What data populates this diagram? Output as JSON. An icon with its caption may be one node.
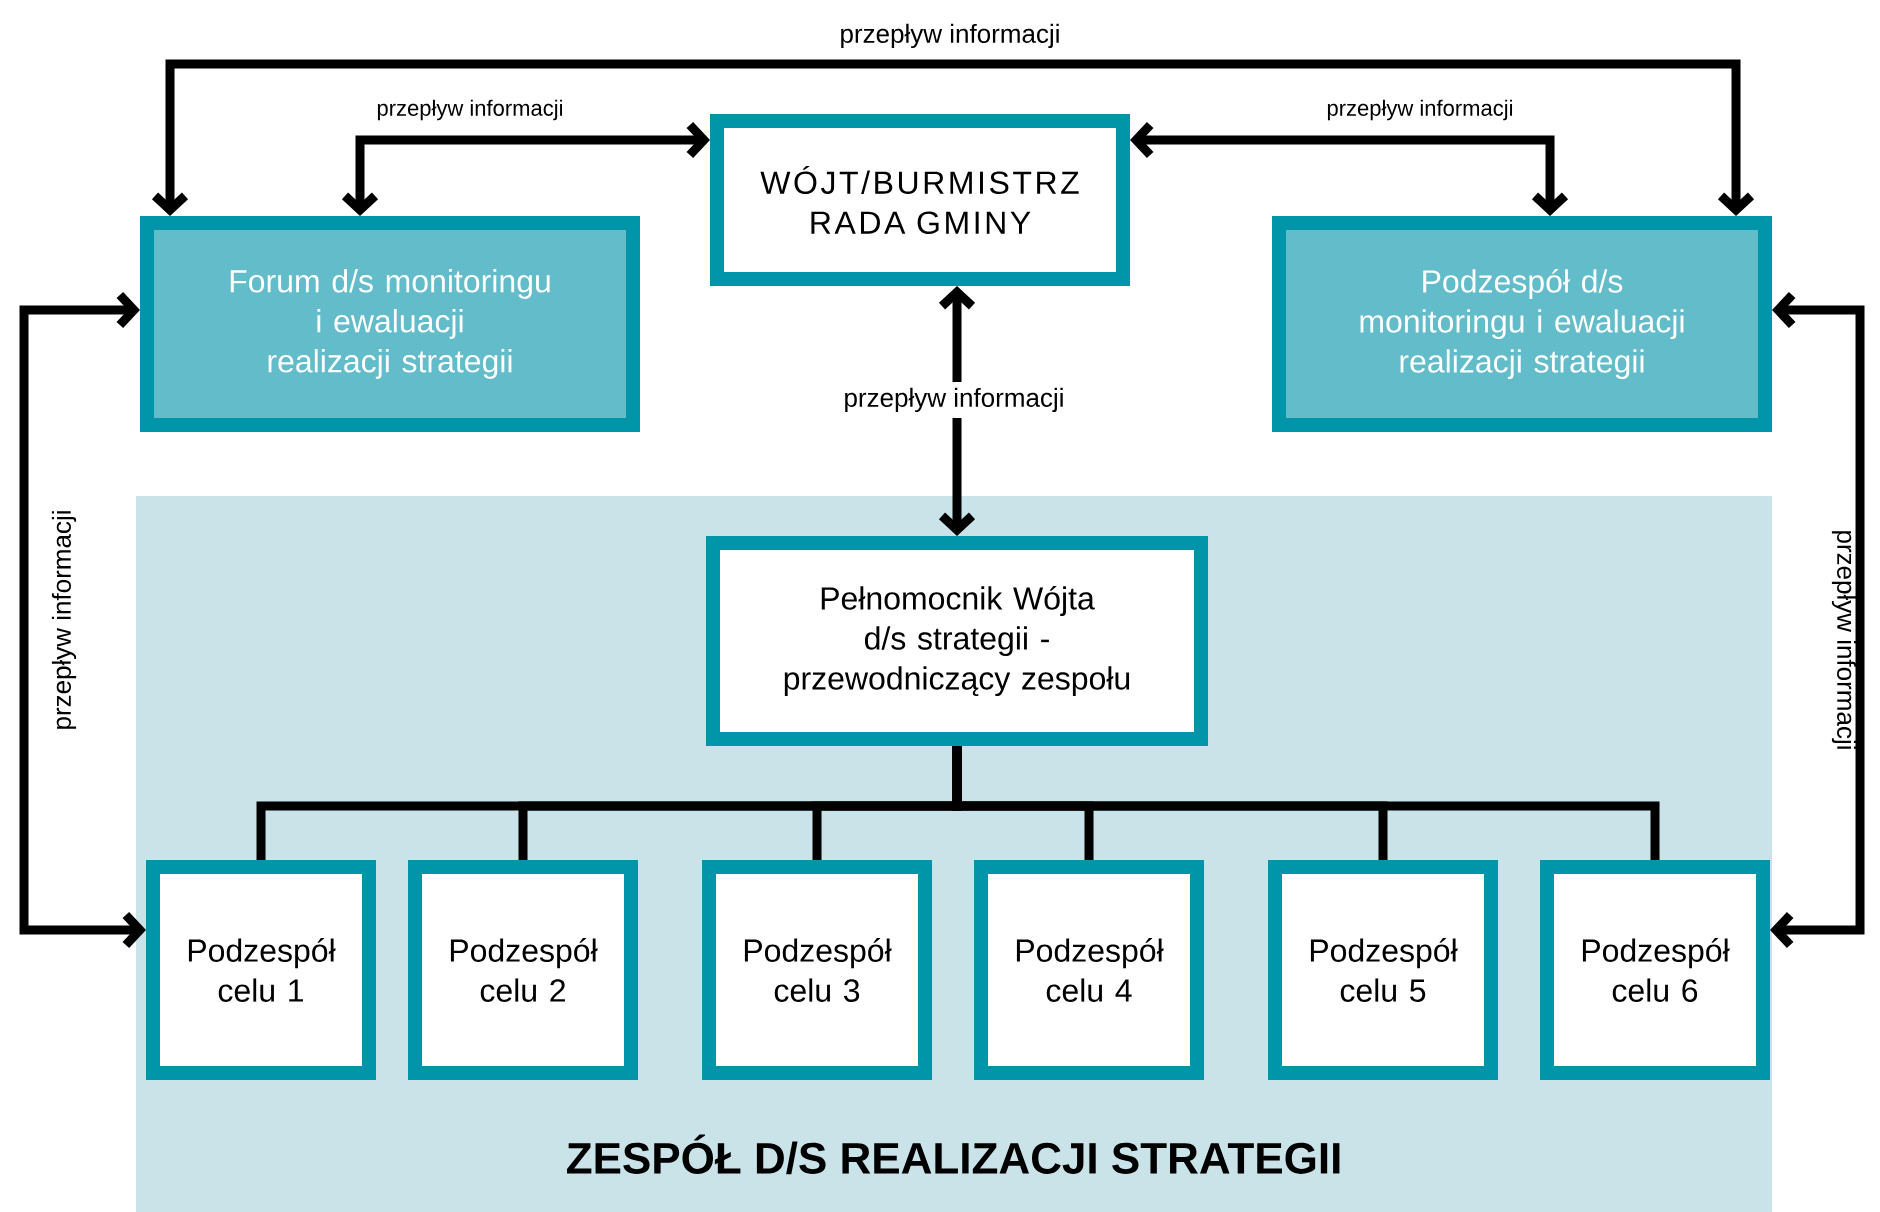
{
  "diagram": {
    "nodes": [
      {
        "text": [
          "WÓJT/BURMISTRZ RADA GMINY"
        ]
      },
      {
        "text": [
          "Forum d/s monitoringu i ewaluacji realizacji strategii"
        ]
      },
      {
        "text": [
          "Podzespół d/s monitoringu i ewaluacji realizacji strategii"
        ]
      },
      {
        "text": [
          "ZESPÓŁ D/S REALIZACJI STRATEGII"
        ]
      },
      {
        "text": [
          "Pełnomocnik Wójta d/s strategii -przewodniczący zespołu"
        ],
        "in": 3
      },
      {
        "text": [
          "Podzespół celu 1"
        ],
        "in": 3
      },
      {
        "text": [
          "Podzespół celu 2"
        ],
        "in": 3
      },
      {
        "text": [
          "Podzespół celu 3"
        ],
        "in": 3
      },
      {
        "text": [
          "Podzespół celu 4"
        ],
        "in": 3
      },
      {
        "text": [
          "Podzespół celu 5"
        ],
        "in": 3
      },
      {
        "text": [
          "Podzespół celu 6"
        ],
        "in": 3
      }
    ],
    "edges": [
      {
        "from": 1,
        "to": 2,
        "arrow": "both",
        "label": "przepływ informacji"
      },
      {
        "from": 1,
        "to": 0,
        "arrow": "both",
        "label": "przepływ informacji"
      },
      {
        "from": 0,
        "to": 2,
        "arrow": "both",
        "label": "przepływ informacji"
      },
      {
        "from": 0,
        "to": 4,
        "arrow": "both",
        "label": "przepływ informacji"
      },
      {
        "from": 1,
        "to": 5,
        "arrow": "both",
        "label": "przepływ informacji"
      },
      {
        "from": 2,
        "to": 10,
        "arrow": "both",
        "label": "przepływ informacji"
      },
      {
        "from": 4,
        "to": 5,
        "arrow": "none"
      },
      {
        "from": 4,
        "to": 6,
        "arrow": "none"
      },
      {
        "from": 4,
        "to": 7,
        "arrow": "none"
      },
      {
        "from": 4,
        "to": 8,
        "arrow": "none"
      },
      {
        "from": 4,
        "to": 9,
        "arrow": "none"
      },
      {
        "from": 4,
        "to": 10,
        "arrow": "none"
      }
    ]
  }
}
